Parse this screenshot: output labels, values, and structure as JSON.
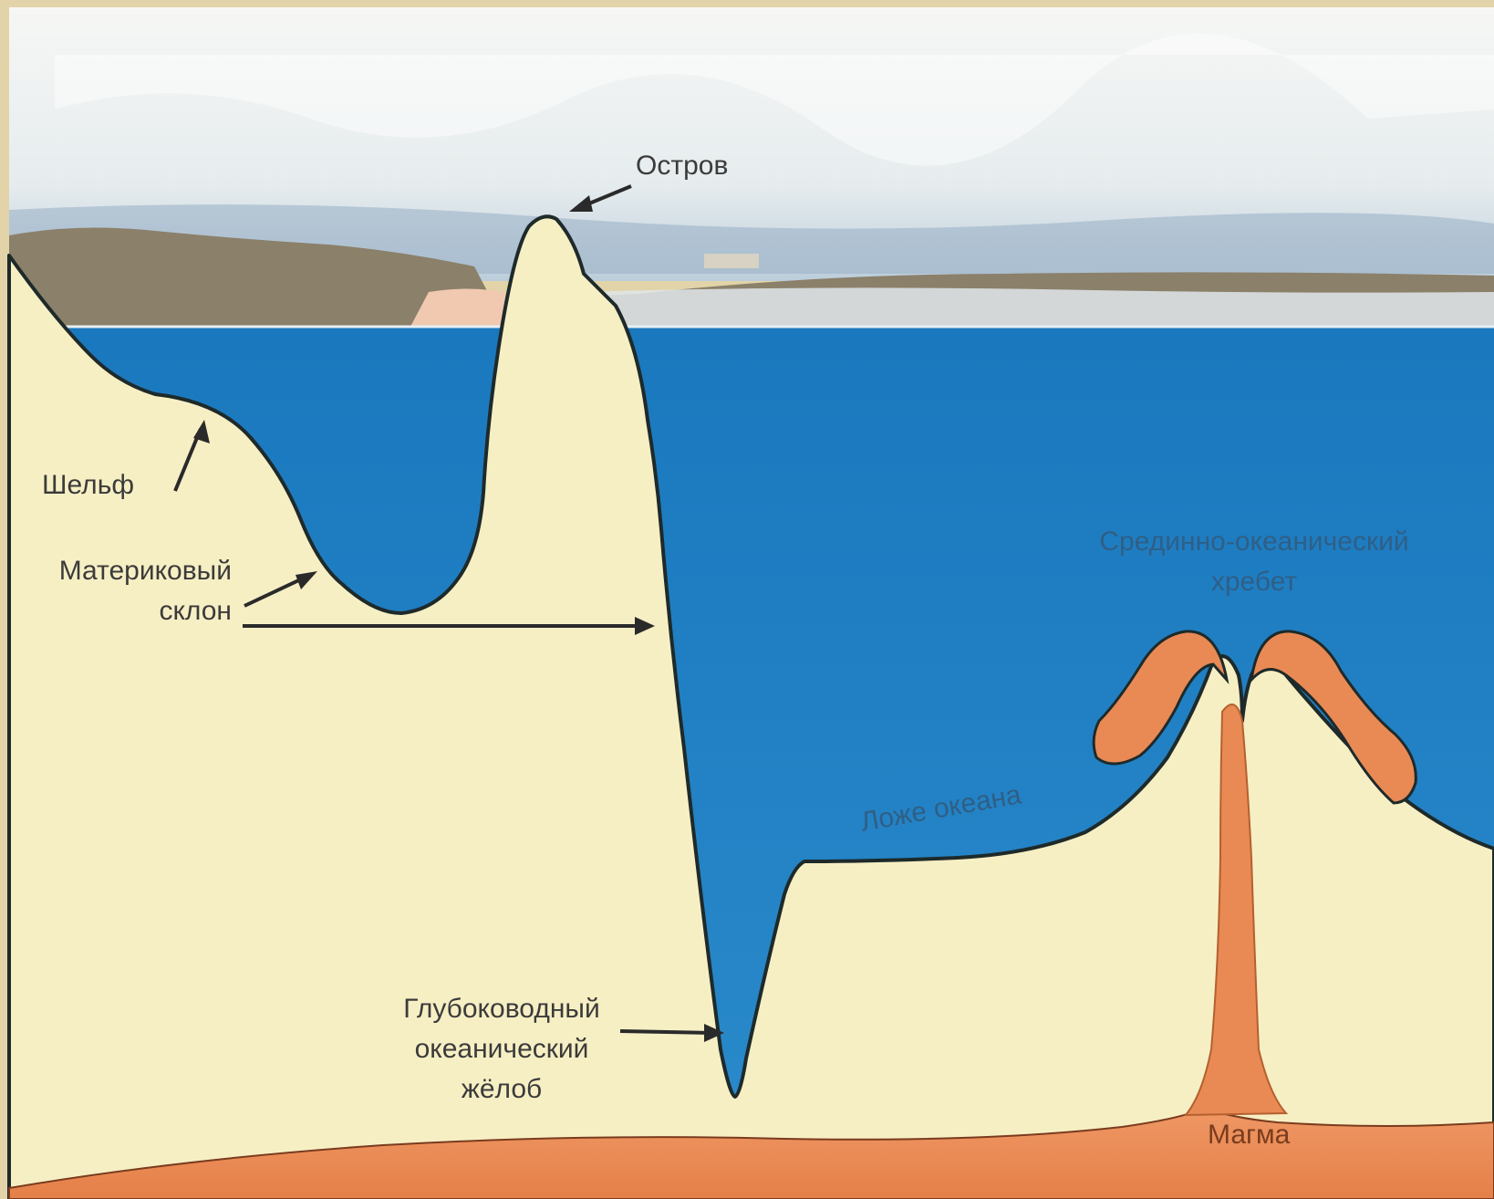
{
  "colors": {
    "sky_top": "#f4f6f4",
    "sky_bottom": "#c9d7df",
    "ocean": "#1f7fc2",
    "ocean_deep": "#1b73b6",
    "land": "#f7efc4",
    "outline": "#1e2a2a",
    "magma": "#e98a55",
    "magma_dark": "#d9753f",
    "distant_land": "#8a7f69",
    "label_dark": "#3b3b3b",
    "label_on_water": "#2f5f86",
    "frame": "#d8c79c"
  },
  "labels": {
    "island": "Остров",
    "shelf": "Шельф",
    "continental_slope_line1": "Материковый",
    "continental_slope_line2": "склон",
    "mid_ocean_ridge_line1": "Срединно-океанический",
    "mid_ocean_ridge_line2": "хребет",
    "ocean_floor": "Ложе океана",
    "trench_line1": "Глубоководный",
    "trench_line2": "океанический",
    "trench_line3": "жёлоб",
    "magma": "Магма"
  }
}
